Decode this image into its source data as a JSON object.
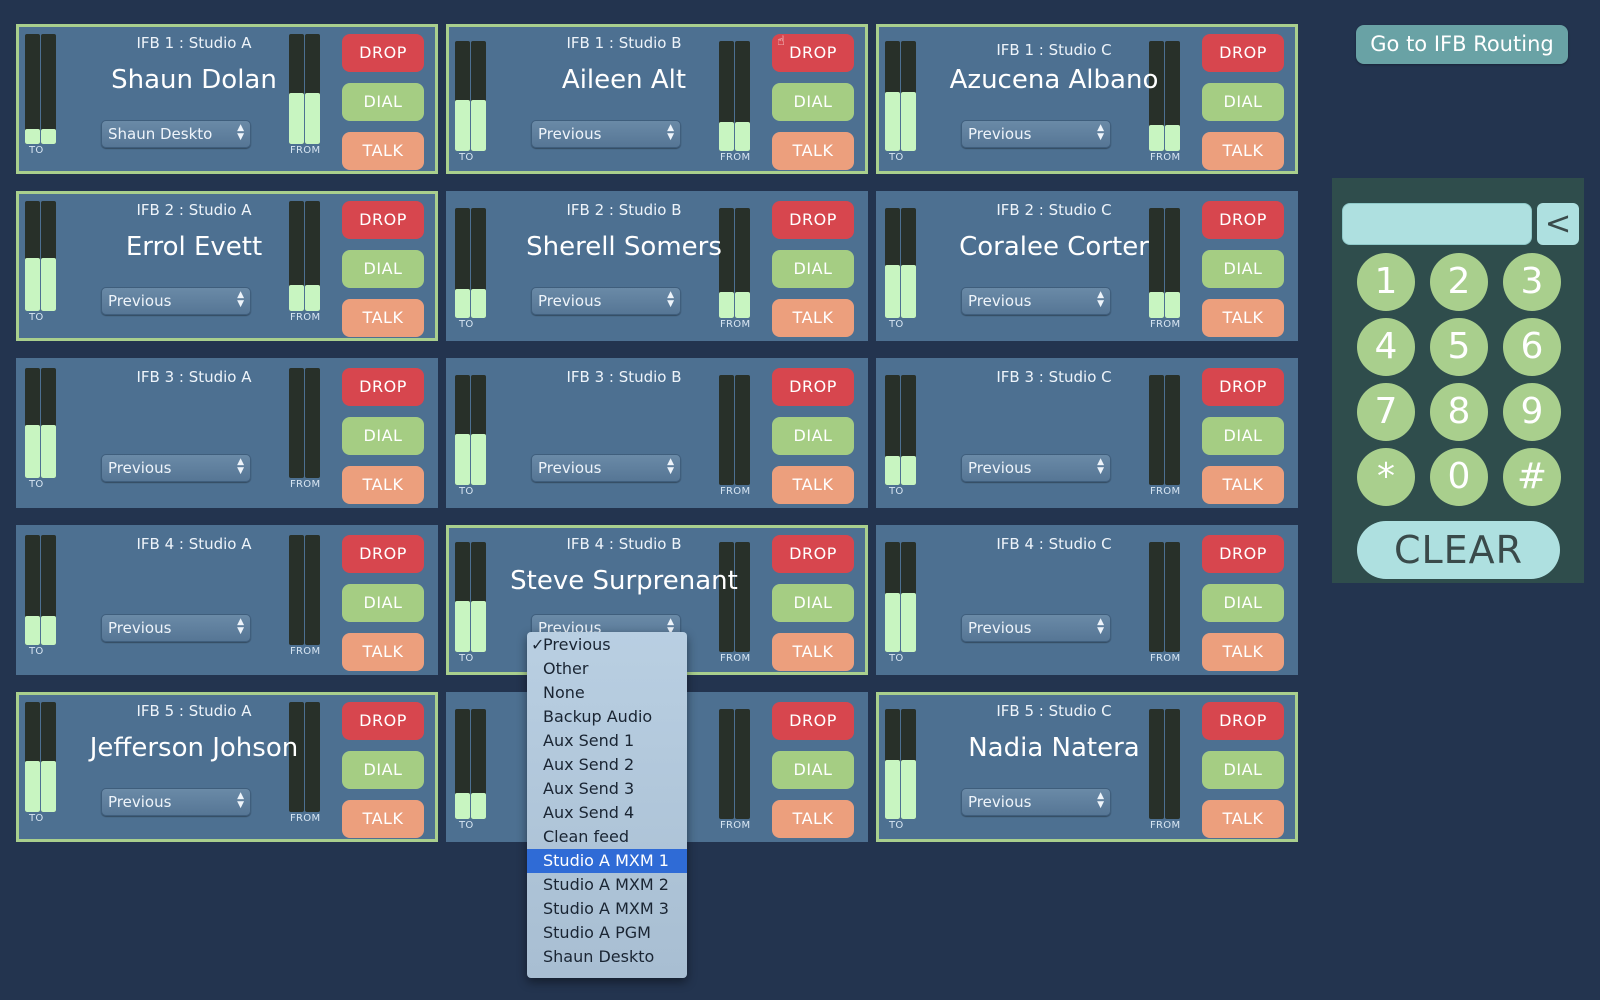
{
  "app": {
    "routing_button": "Go to IFB Routing"
  },
  "labels": {
    "to": "TO",
    "from": "FROM",
    "drop": "DROP",
    "dial": "DIAL",
    "talk": "TALK"
  },
  "panels": [
    {
      "title": "IFB 1 : Studio A",
      "name": "Shaun Dolan",
      "source": "Shaun Deskto",
      "active": true,
      "to_level": [
        0.14,
        0.14
      ],
      "from_level": [
        0.46,
        0.46
      ]
    },
    {
      "title": "IFB 1 : Studio B",
      "name": "Aileen Alt",
      "source": "Previous",
      "active": true,
      "to_level": [
        0.46,
        0.46
      ],
      "from_level": [
        0.26,
        0.26
      ]
    },
    {
      "title": "IFB 1 : Studio C",
      "name": "Azucena Albano",
      "source": "Previous",
      "active": true,
      "to_level": [
        0.54,
        0.54
      ],
      "from_level": [
        0.24,
        0.24
      ]
    },
    {
      "title": "IFB 2 : Studio A",
      "name": "Errol Evett",
      "source": "Previous",
      "active": true,
      "to_level": [
        0.48,
        0.48
      ],
      "from_level": [
        0.24,
        0.24
      ]
    },
    {
      "title": "IFB 2 : Studio B",
      "name": "Sherell Somers",
      "source": "Previous",
      "active": false,
      "to_level": [
        0.26,
        0.26
      ],
      "from_level": [
        0.24,
        0.24
      ]
    },
    {
      "title": "IFB 2 : Studio C",
      "name": "Coralee Corter",
      "source": "Previous",
      "active": false,
      "to_level": [
        0.48,
        0.48
      ],
      "from_level": [
        0.24,
        0.24
      ]
    },
    {
      "title": "IFB 3 : Studio A",
      "name": "",
      "source": "Previous",
      "active": false,
      "to_level": [
        0.48,
        0.48
      ],
      "from_level": [
        0,
        0
      ]
    },
    {
      "title": "IFB 3 : Studio B",
      "name": "",
      "source": "Previous",
      "active": false,
      "to_level": [
        0.46,
        0.46
      ],
      "from_level": [
        0,
        0
      ]
    },
    {
      "title": "IFB 3 : Studio C",
      "name": "",
      "source": "Previous",
      "active": false,
      "to_level": [
        0.26,
        0.26
      ],
      "from_level": [
        0,
        0
      ]
    },
    {
      "title": "IFB 4 : Studio A",
      "name": "",
      "source": "Previous",
      "active": false,
      "to_level": [
        0.26,
        0.26
      ],
      "from_level": [
        0,
        0
      ]
    },
    {
      "title": "IFB 4 : Studio B",
      "name": "Steve Surprenant",
      "source": "Previous",
      "active": true,
      "to_level": [
        0.46,
        0.46
      ],
      "from_level": [
        0,
        0
      ]
    },
    {
      "title": "IFB 4 : Studio C",
      "name": "",
      "source": "Previous",
      "active": false,
      "to_level": [
        0.54,
        0.54
      ],
      "from_level": [
        0,
        0
      ]
    },
    {
      "title": "IFB 5 : Studio A",
      "name": "Jefferson Johson",
      "source": "Previous",
      "active": true,
      "to_level": [
        0.46,
        0.46
      ],
      "from_level": [
        0,
        0
      ]
    },
    {
      "title": "",
      "name": "",
      "source": "",
      "active": false,
      "to_level": [
        0.24,
        0.24
      ],
      "from_level": [
        0,
        0
      ]
    },
    {
      "title": "IFB 5 : Studio C",
      "name": "Nadia Natera",
      "source": "Previous",
      "active": true,
      "to_level": [
        0.54,
        0.54
      ],
      "from_level": [
        0,
        0
      ]
    }
  ],
  "keypad": {
    "display": "",
    "backspace": "<",
    "keys": [
      "1",
      "2",
      "3",
      "4",
      "5",
      "6",
      "7",
      "8",
      "9",
      "*",
      "0",
      "#"
    ],
    "clear": "CLEAR"
  },
  "dropdown": {
    "checkmark": "✓",
    "selected_index": 0,
    "highlighted_index": 9,
    "options": [
      "Previous",
      "Other",
      "None",
      "Backup Audio",
      "Aux Send 1",
      "Aux Send 2",
      "Aux Send 3",
      "Aux Send 4",
      "Clean feed",
      "Studio A MXM 1",
      "Studio A MXM 2",
      "Studio A MXM 3",
      "Studio A PGM",
      "Shaun Deskto"
    ]
  }
}
